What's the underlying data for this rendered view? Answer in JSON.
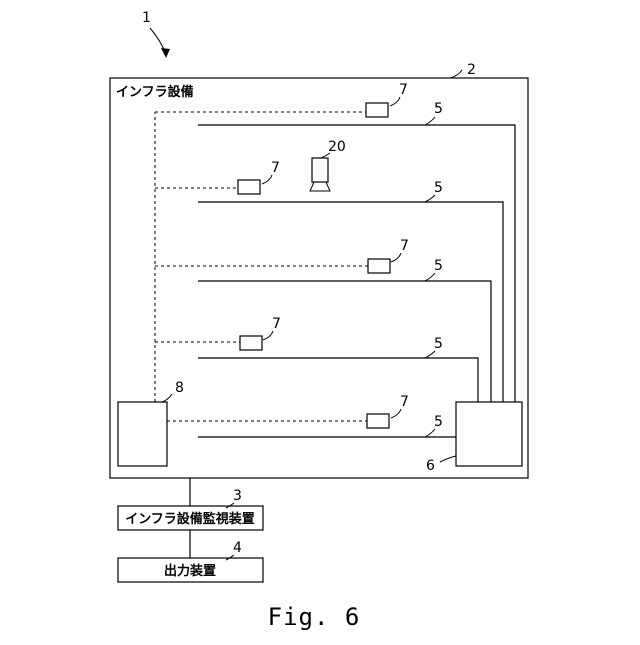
{
  "labels": {
    "system_ref": "1",
    "facility_ref": "2",
    "facility_title": "インフラ設備",
    "monitor_ref": "3",
    "monitor_label": "インフラ設備監視装置",
    "output_ref": "4",
    "output_label": "出力装置",
    "line_ref": "5",
    "unit6_ref": "6",
    "sensor_ref": "7",
    "unit8_ref": "8",
    "camera_ref": "20",
    "figure_caption": "Fig. 6"
  }
}
